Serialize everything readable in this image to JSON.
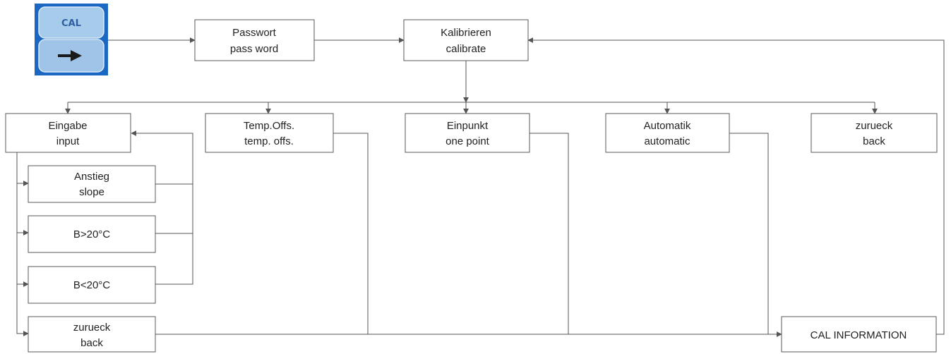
{
  "cal_button": {
    "label": "CAL",
    "arrow_icon": "right-arrow-icon",
    "colors": {
      "frame": "#1b67c4",
      "face": "#9fc7ea",
      "text": "#2f5fa0",
      "arrow": "#1a1a1a"
    }
  },
  "colors": {
    "box_border": "#5a5a5a",
    "connector": "#555555",
    "text": "#222222",
    "background": "#ffffff"
  },
  "nodes": {
    "password": {
      "line1": "Passwort",
      "line2": "pass word"
    },
    "calibrate": {
      "line1": "Kalibrieren",
      "line2": "calibrate"
    },
    "input": {
      "line1": "Eingabe",
      "line2": "input"
    },
    "temp_offset": {
      "line1": "Temp.Offs.",
      "line2": "temp. offs."
    },
    "one_point": {
      "line1": "Einpunkt",
      "line2": "one point"
    },
    "automatic": {
      "line1": "Automatik",
      "line2": "automatic"
    },
    "back_top": {
      "line1": "zurueck",
      "line2": "back"
    },
    "slope": {
      "line1": "Anstieg",
      "line2": "slope"
    },
    "b_above_20": {
      "line1": "B>20°C"
    },
    "b_below_20": {
      "line1": "B<20°C"
    },
    "back_input": {
      "line1": "zurueck",
      "line2": "back"
    },
    "cal_info": {
      "line1": "CAL INFORMATION"
    }
  }
}
